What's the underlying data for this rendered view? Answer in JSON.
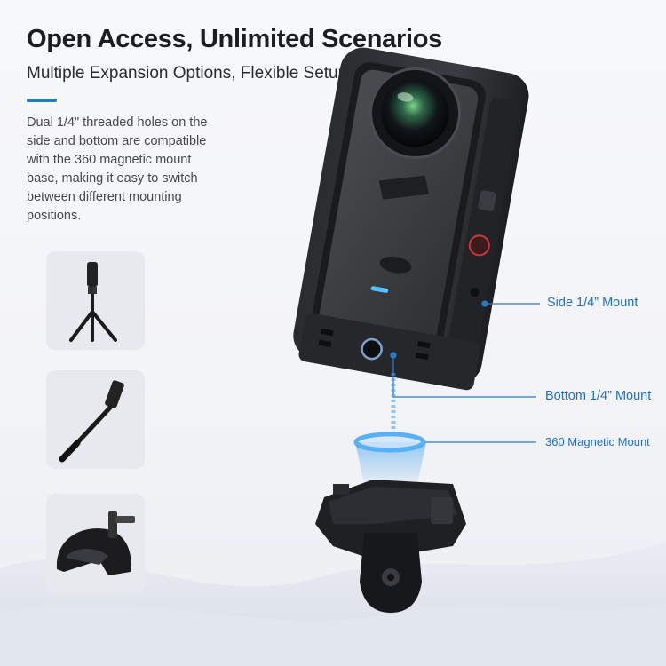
{
  "header": {
    "title": "Open Access, Unlimited Scenarios",
    "subtitle": "Multiple Expansion Options, Flexible Setup",
    "accent_color": "#2a78c8"
  },
  "description": "Dual 1/4\" threaded holes on the side and bottom are compatible with the 360 magnetic mount base, making it easy to switch between different mounting positions.",
  "thumbnails": [
    {
      "icon": "tripod-mount-icon"
    },
    {
      "icon": "selfie-stick-icon"
    },
    {
      "icon": "helmet-mount-icon"
    }
  ],
  "callouts": {
    "side_mount": "Side 1/4” Mount",
    "bottom_mount": "Bottom 1/4” Mount",
    "magnetic_mount": "360 Magnetic Mount",
    "color": "#1f6fc4"
  }
}
